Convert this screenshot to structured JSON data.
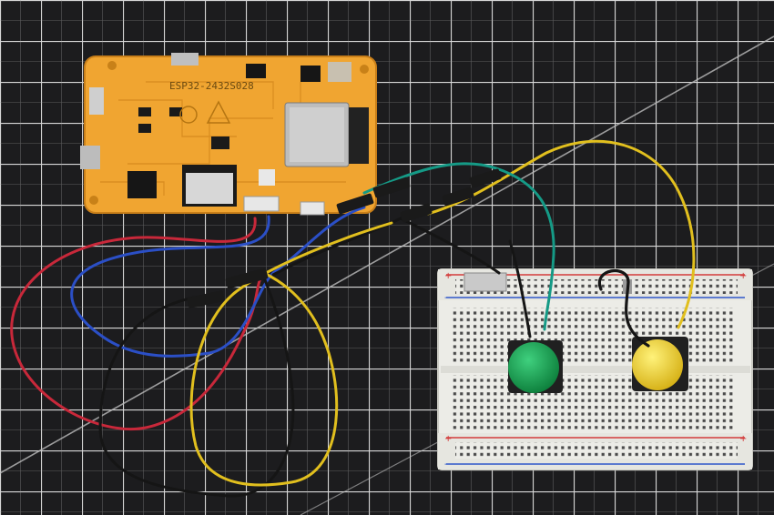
{
  "board": {
    "label": "ESP32-2432S028"
  },
  "breadboard": {
    "plus_marks": [
      "+",
      "+",
      "+",
      "+"
    ],
    "minus_marks": [
      "-",
      "-",
      "-",
      "-"
    ]
  },
  "colors": {
    "mat": "#1c1c1e",
    "grid": "#d8d8d8",
    "pcb": "#f0a531",
    "breadboard": "#ecece7",
    "wire_red": "#c8283a",
    "wire_blue": "#2b4fc6",
    "wire_black": "#151515",
    "wire_yellow": "#e1bf1e",
    "wire_green": "#159a86",
    "button_green": "#13a24e",
    "button_yellow": "#f3d52f"
  },
  "objects": [
    {
      "name": "cutting-mat",
      "kind": "background"
    },
    {
      "name": "esp32-display-board",
      "kind": "pcb"
    },
    {
      "name": "breadboard",
      "kind": "breadboard"
    },
    {
      "name": "green-pushbutton",
      "kind": "button"
    },
    {
      "name": "yellow-pushbutton",
      "kind": "button"
    },
    {
      "name": "jumper-wires",
      "kind": "wires"
    }
  ]
}
